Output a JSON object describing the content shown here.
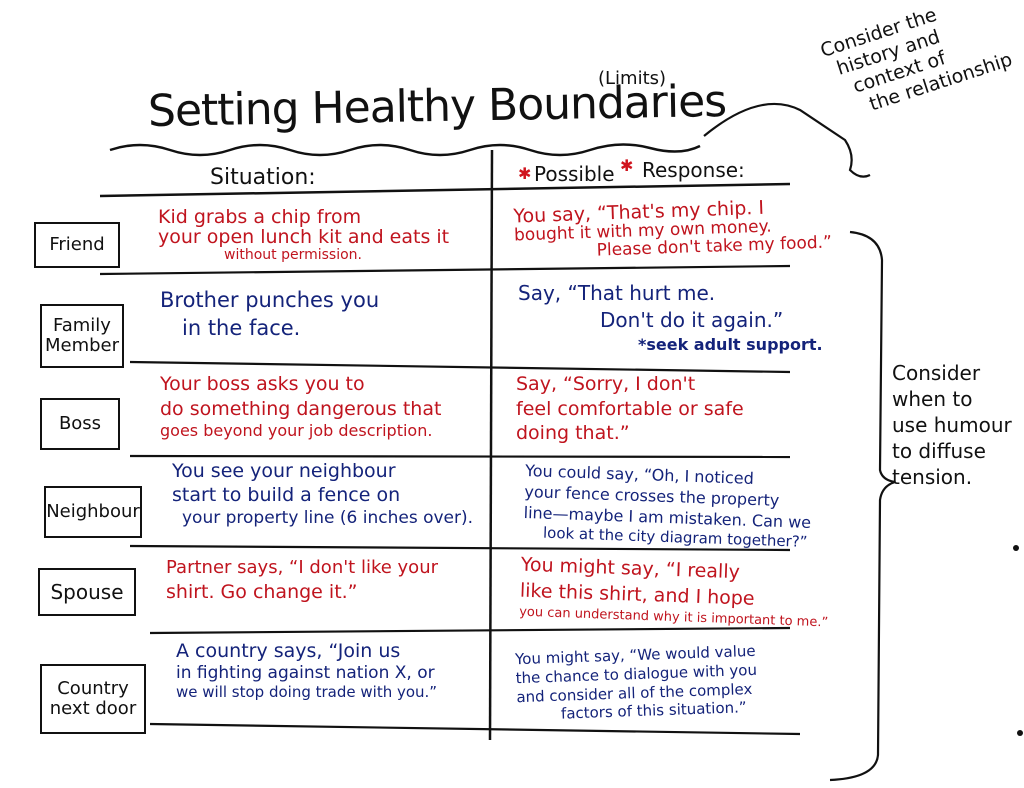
{
  "title": "Setting Healthy Boundaries",
  "title_note": "(Limits)",
  "columns": {
    "situation": "Situation:",
    "possible": "Possible",
    "response": "Response:"
  },
  "side_notes": {
    "top": [
      "Consider the",
      "history and",
      "context of",
      "the relationship"
    ],
    "right": [
      "Consider",
      "when to",
      "use humour",
      "to diffuse",
      "tension."
    ]
  },
  "rows": [
    {
      "category": [
        "Friend"
      ],
      "situation": [
        "Kid grabs a chip from",
        "your open lunch kit and eats it"
      ],
      "situation_small": "without permission.",
      "response": [
        "You say, “That's my chip. I",
        "bought it with my own money.",
        "Please don't take my food.”"
      ],
      "response_extra": ""
    },
    {
      "category": [
        "Family",
        "Member"
      ],
      "situation": [
        "Brother punches you",
        "in the face."
      ],
      "situation_small": "",
      "response": [
        "Say, “That hurt me.",
        "Don't do it again.”"
      ],
      "response_extra": "*seek adult support."
    },
    {
      "category": [
        "Boss"
      ],
      "situation": [
        "Your boss asks you to",
        "do something dangerous that",
        "goes beyond your job description."
      ],
      "situation_small": "",
      "response": [
        "Say, “Sorry, I don't",
        "feel comfortable or safe",
        "doing that.”"
      ],
      "response_extra": ""
    },
    {
      "category": [
        "Neighbour"
      ],
      "situation": [
        "You see your neighbour",
        "start to build a fence on",
        "your property line (6 inches over)."
      ],
      "situation_small": "",
      "response": [
        "You could say, “Oh, I noticed",
        "your fence crosses the property",
        "line—maybe I am mistaken. Can we",
        "look at the city diagram together?”"
      ],
      "response_extra": ""
    },
    {
      "category": [
        "Spouse"
      ],
      "situation": [
        "Partner says, “I don't like your",
        "shirt. Go change it.”"
      ],
      "situation_small": "",
      "response": [
        "You might say, “I really",
        "like this shirt, and I hope",
        "you can understand why it is important to me.”"
      ],
      "response_extra": ""
    },
    {
      "category": [
        "Country",
        "next door"
      ],
      "situation": [
        "A country says, “Join us",
        "in fighting against nation X, or",
        "we will stop doing trade with you.”"
      ],
      "situation_small": "",
      "response": [
        "You might say, “We would value",
        "the chance to dialogue with you",
        "and consider all of the complex",
        "factors of this situation.”"
      ],
      "response_extra": ""
    }
  ]
}
